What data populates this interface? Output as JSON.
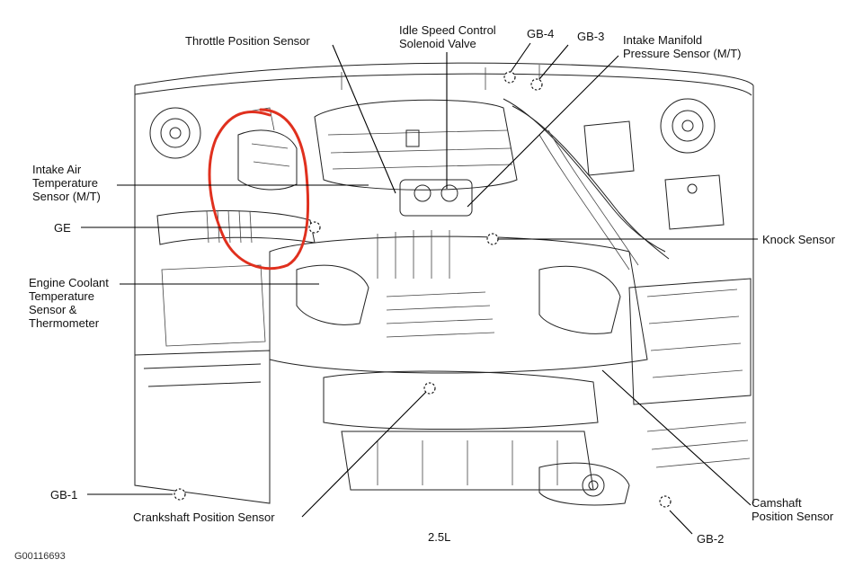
{
  "labels": {
    "throttle_position_sensor": "Throttle Position Sensor",
    "idle_speed_control": [
      "Idle Speed Control",
      "Solenoid Valve"
    ],
    "gb4": "GB-4",
    "gb3": "GB-3",
    "intake_manifold_pressure": [
      "Intake Manifold",
      "Pressure Sensor (M/T)"
    ],
    "intake_air_temperature": [
      "Intake Air",
      "Temperature",
      "Sensor (M/T)"
    ],
    "ge": "GE",
    "knock_sensor": "Knock Sensor",
    "engine_coolant": [
      "Engine Coolant",
      "Temperature",
      "Sensor &",
      "Thermometer"
    ],
    "gb1": "GB-1",
    "crankshaft_position_sensor": "Crankshaft Position Sensor",
    "engine_size": "2.5L",
    "camshaft_position_sensor": [
      "Camshaft",
      "Position Sensor"
    ],
    "gb2": "GB-2",
    "figure_code": "G00116693"
  },
  "colors": {
    "line": "#222222",
    "highlight": "#e0301e",
    "background": "#ffffff"
  }
}
